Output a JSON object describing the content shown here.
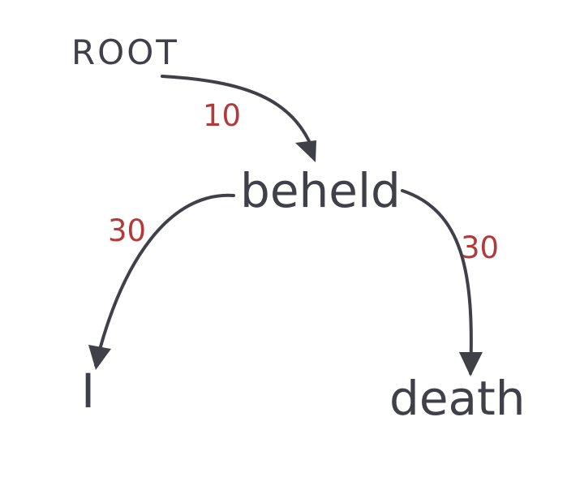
{
  "nodes": {
    "root": "ROOT",
    "head": "beheld",
    "left": "I",
    "right": "death"
  },
  "weights": {
    "root_to_beheld": "10",
    "beheld_to_i": "30",
    "beheld_to_death": "30"
  },
  "colors": {
    "text": "#404049",
    "edge": "#404049",
    "weight": "#b33a3a",
    "background": "#ffffff"
  }
}
